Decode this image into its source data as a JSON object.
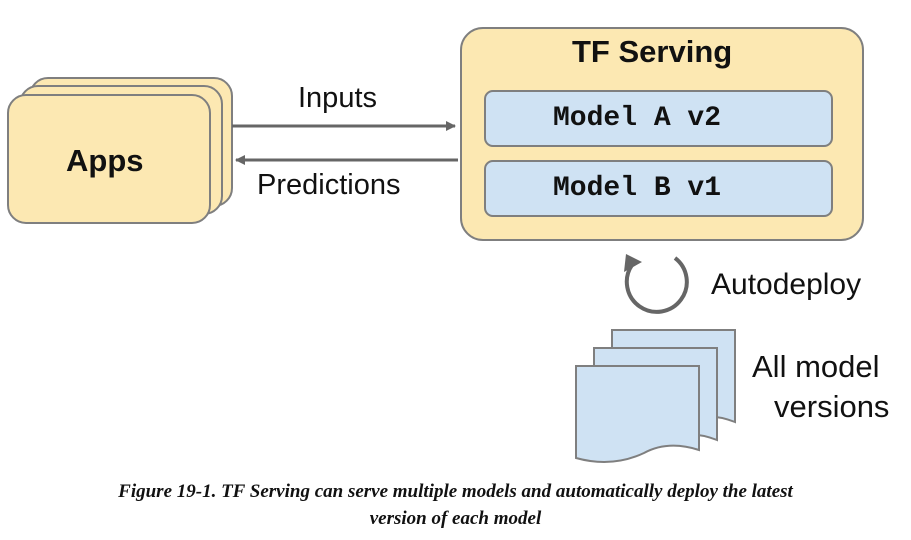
{
  "apps": {
    "label": "Apps"
  },
  "server": {
    "title": "TF Serving",
    "models": [
      "Model A v2",
      "Model B v1"
    ]
  },
  "arrows": {
    "inputs_label": "Inputs",
    "predictions_label": "Predictions"
  },
  "autodeploy": {
    "label": "Autodeploy"
  },
  "versions": {
    "label_line1": "All model",
    "label_line2": "versions"
  },
  "caption": {
    "line1": "Figure 19-1. TF Serving can serve multiple models and automatically deploy the latest",
    "line2": "version of each model"
  },
  "colors": {
    "box_fill": "#fce8b2",
    "box_stroke": "#7f7f7f",
    "model_fill": "#cfe2f3",
    "arrow": "#666666"
  }
}
